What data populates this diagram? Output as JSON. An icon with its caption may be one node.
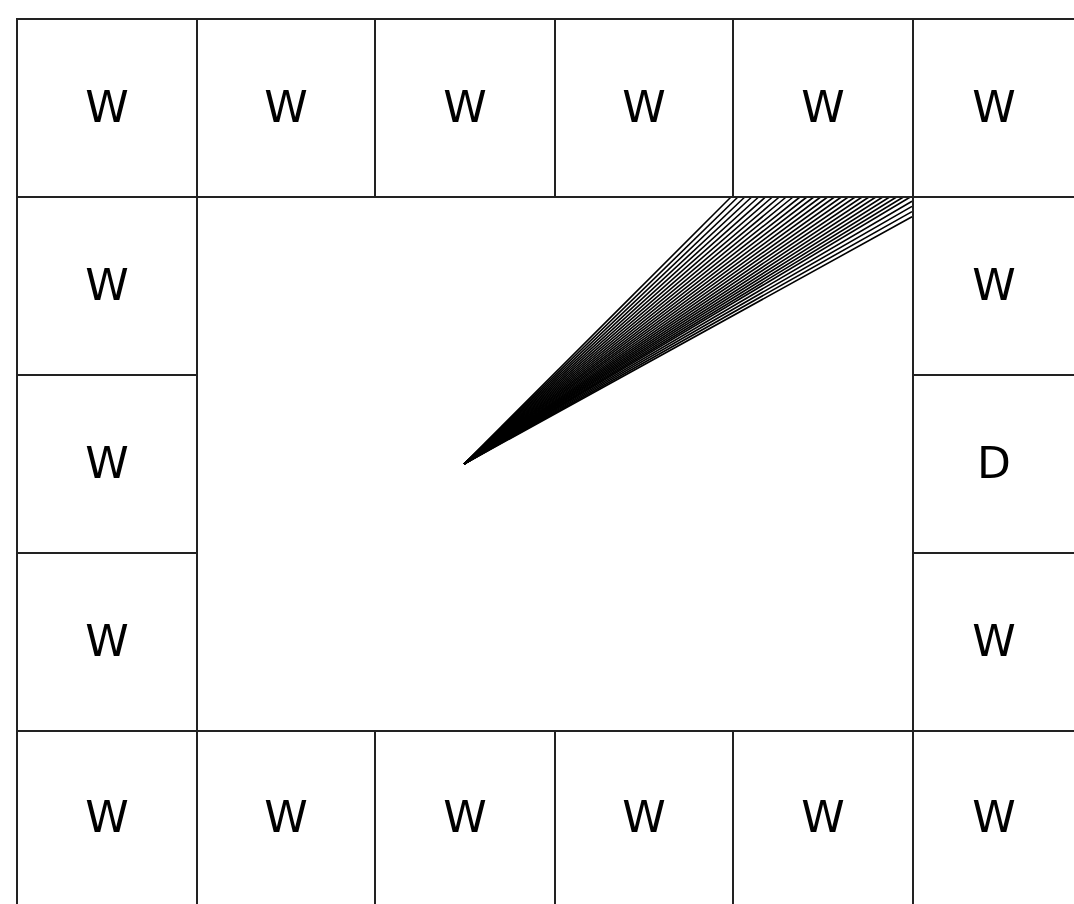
{
  "diagram": {
    "nodes": [
      {
        "text": [
          "W"
        ]
      },
      {
        "text": [
          "W"
        ]
      },
      {
        "text": [
          "W"
        ]
      },
      {
        "text": [
          "W"
        ]
      },
      {
        "text": [
          "W"
        ]
      },
      {
        "text": [
          "W"
        ]
      },
      {
        "text": [
          "W"
        ]
      },
      {
        "text": [
          "W"
        ]
      },
      {
        "text": [
          "W"
        ]
      },
      {
        "text": [
          "D"
        ]
      },
      {
        "text": [
          "W"
        ]
      },
      {
        "text": [
          "W"
        ]
      },
      {
        "text": [
          "W"
        ]
      },
      {
        "text": [
          "W"
        ]
      },
      {
        "text": [
          "W"
        ]
      },
      {
        "text": [
          "W"
        ]
      },
      {
        "text": [
          "W"
        ]
      },
      {
        "text": [
          "W"
        ]
      }
    ]
  }
}
